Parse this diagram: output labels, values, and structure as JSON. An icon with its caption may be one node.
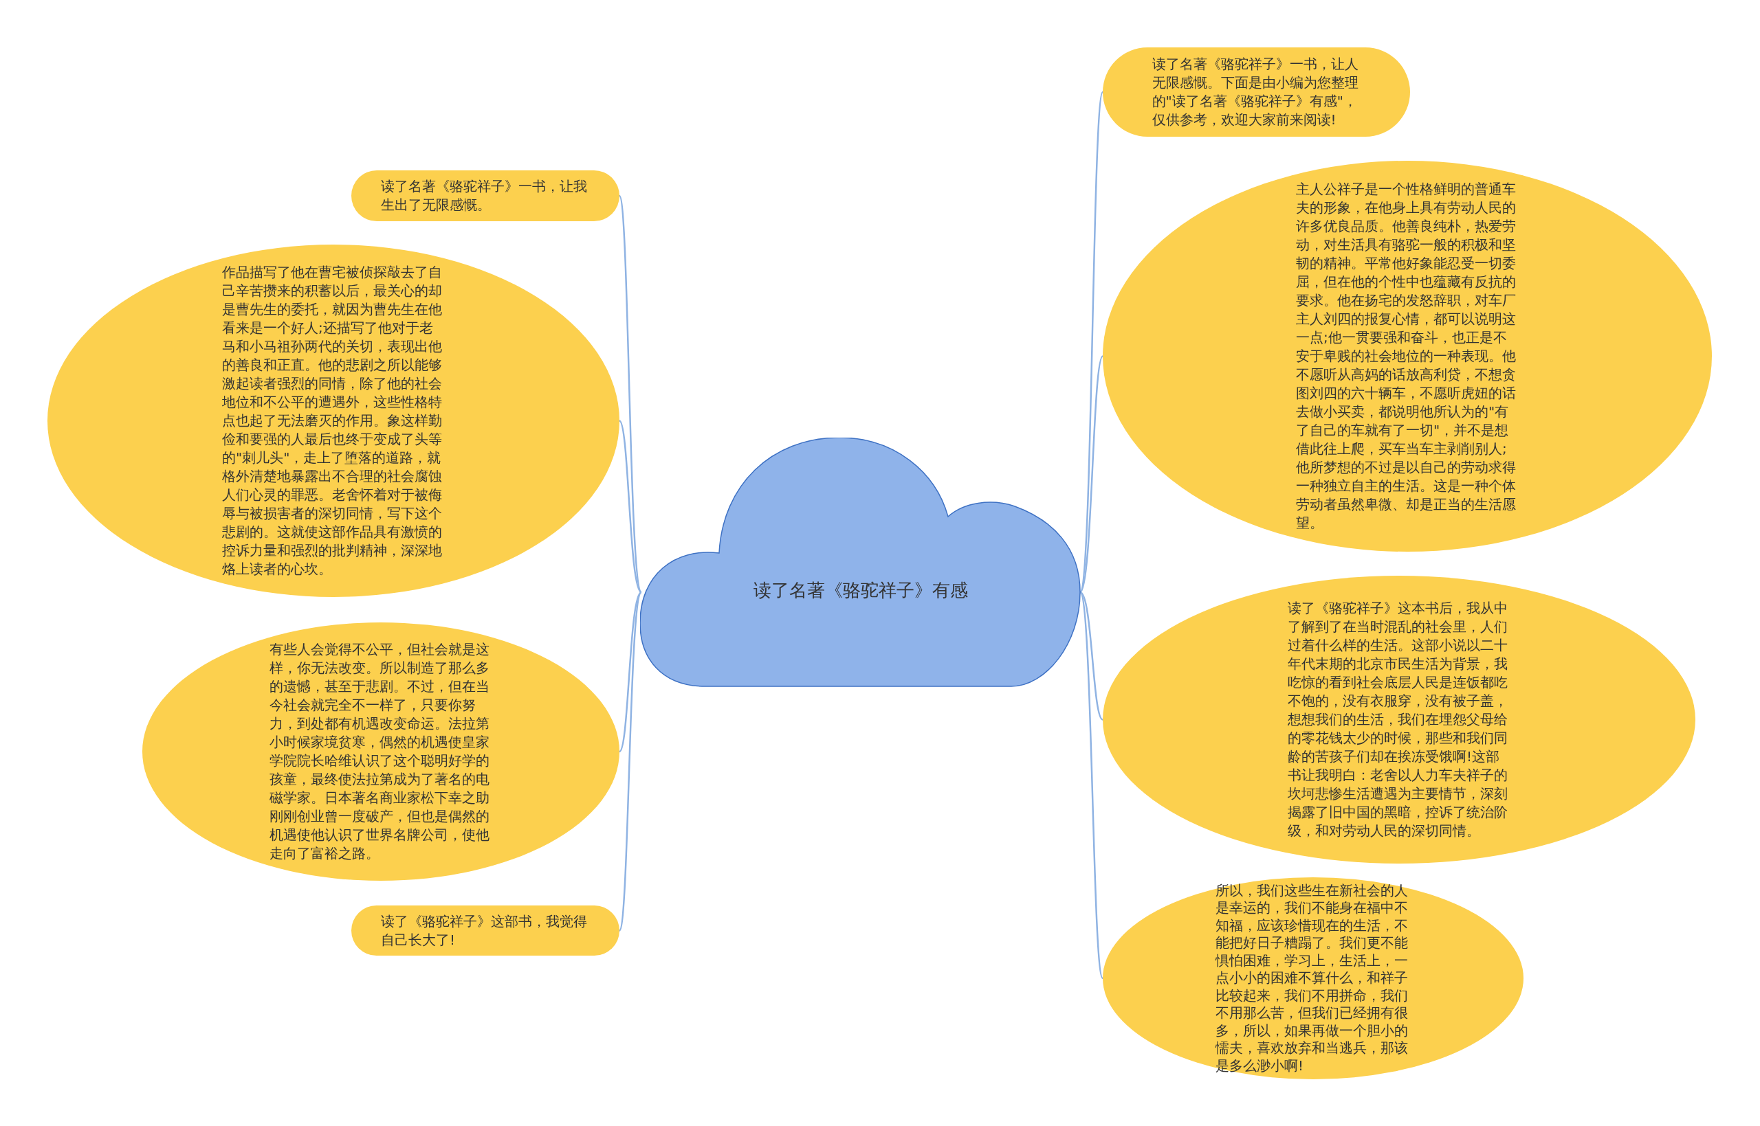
{
  "diagram": {
    "nodes": [
      {
        "text": [
          "读了名著《骆驼祥子》有感"
        ]
      },
      {
        "text": [
          "读了名著《骆驼祥子》一书，让我生出了无限感慨。"
        ]
      },
      {
        "text": [
          "作品描写了他在曹宅被侦探敲去了自己辛苦攒来的积蓄以后，最关心的却是曹先生的委托，就因为曹先生在他看来是一个好人;还描写了他对于老马和小马祖孙两代的关切，表现出他的善良和正直。他的悲剧之所以能够激起读者强烈的同情，除了他的社会地位和不公平的遭遇外，这些性格特点也起了无法磨灭的作用。象这样勤俭和要强的人最后也终于变成了头等的\"刺儿头\"，走上了堕落的道路，就格外清楚地暴露出不合理的社会腐蚀人们心灵的罪恶。老舍怀着对于被侮辱与被损害者的深切同情，写下这个悲剧的。这就使这部作品具有激愤的控诉力量和强烈的批判精神，深深地烙上读者的心坎。"
        ]
      },
      {
        "text": [
          "有些人会觉得不公平，但社会就是这样，你无法改变。所以制造了那么多的遗憾，甚至于悲剧。不过，但在当今社会就完全不一样了，只要你努力，到处都有机遇改变命运。法拉第小时候家境贫寒，偶然的机遇使皇家学院院长哈维认识了这个聪明好学的孩童，最终使法拉第成为了著名的电磁学家。日本著名商业家松下幸之助刚刚创业曾一度破产，但也是偶然的机遇使他认识了世界名牌公司，使他走向了富裕之路。"
        ]
      },
      {
        "text": [
          "读了《骆驼祥子》这部书，我觉得自己长大了!"
        ]
      },
      {
        "text": [
          "读了名著《骆驼祥子》一书，让人无限感慨。下面是由小编为您整理的\"读了名著《骆驼祥子》有感\"，仅供参考，欢迎大家前来阅读!"
        ]
      },
      {
        "text": [
          "主人公祥子是一个性格鲜明的普通车夫的形象，在他身上具有劳动人民的许多优良品质。他善良纯朴，热爱劳动，对生活具有骆驼一般的积极和坚韧的精神。平常他好象能忍受一切委屈，但在他的个性中也蕴藏有反抗的要求。他在扬宅的发怒辞职，对车厂主人刘四的报复心情，都可以说明这一点;他一贯要强和奋斗，也正是不安于卑贱的社会地位的一种表现。他不愿听从高妈的话放高利贷，不想贪图刘四的六十辆车，不愿听虎妞的话去做小买卖，都说明他所认为的\"有了自己的车就有了一切\"，并不是想借此往上爬，买车当车主剥削别人;他所梦想的不过是以自己的劳动求得一种独立自主的生活。这是一种个体劳动者虽然卑微、却是正当的生活愿望。"
        ]
      },
      {
        "text": [
          "读了《骆驼祥子》这本书后，我从中了解到了在当时混乱的社会里，人们过着什么样的生活。这部小说以二十年代末期的北京市民生活为背景，我吃惊的看到社会底层人民是连饭都吃不饱的，没有衣服穿，没有被子盖，想想我们的生活，我们在埋怨父母给的零花钱太少的时候，那些和我们同龄的苦孩子们却在挨冻受饿啊!这部书让我明白：老舍以人力车夫祥子的坎坷悲惨生活遭遇为主要情节，深刻揭露了旧中国的黑暗，控诉了统治阶级，和对劳动人民的深切同情。"
        ]
      },
      {
        "text": [
          "所以，我们这些生在新社会的人是幸运的，我们不能身在福中不知福，应该珍惜现在的生活，不能把好日子糟蹋了。我们更不能惧怕困难，学习上，生活上，一点小小的困难不算什么，和祥子比较起来，我们不用拼命，我们不用那么苦，但我们已经拥有很多，所以，如果再做一个胆小的懦夫，喜欢放弃和当逃兵，那该是多么渺小啊!"
        ]
      }
    ],
    "edges": [
      {
        "from": 0,
        "to": 1,
        "arrow": "none"
      },
      {
        "from": 0,
        "to": 2,
        "arrow": "none"
      },
      {
        "from": 0,
        "to": 3,
        "arrow": "none"
      },
      {
        "from": 0,
        "to": 4,
        "arrow": "none"
      },
      {
        "from": 0,
        "to": 5,
        "arrow": "none"
      },
      {
        "from": 0,
        "to": 6,
        "arrow": "none"
      },
      {
        "from": 0,
        "to": 7,
        "arrow": "none"
      },
      {
        "from": 0,
        "to": 8,
        "arrow": "none"
      }
    ]
  }
}
